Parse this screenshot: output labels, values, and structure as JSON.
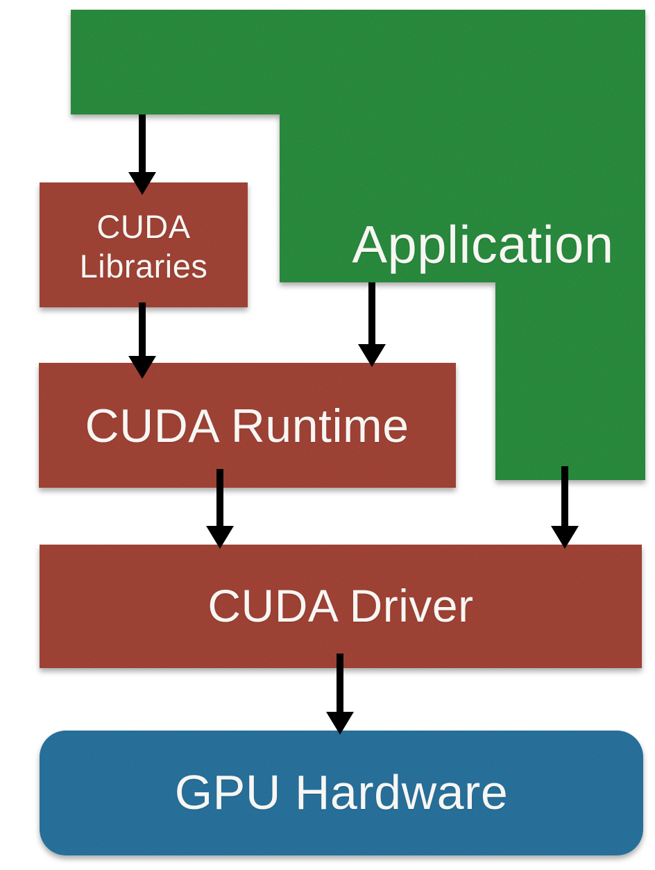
{
  "diagram": {
    "type": "flowchart",
    "background": "#ffffff",
    "arrow_color": "#000000",
    "text_color": "#f7f6f3",
    "nodes": {
      "application": {
        "label": "Application",
        "color": "#2f9a45"
      },
      "cuda_libraries": {
        "label": "CUDA Libraries",
        "lines": [
          "CUDA",
          "Libraries"
        ],
        "color": "#b14b3c"
      },
      "cuda_runtime": {
        "label": "CUDA Runtime",
        "color": "#b14b3c"
      },
      "cuda_driver": {
        "label": "CUDA Driver",
        "color": "#b14b3c"
      },
      "gpu_hardware": {
        "label": "GPU Hardware",
        "color": "#2e7ead"
      }
    },
    "edges": [
      {
        "from": "application",
        "to": "cuda_libraries"
      },
      {
        "from": "cuda_libraries",
        "to": "cuda_runtime"
      },
      {
        "from": "application",
        "to": "cuda_runtime"
      },
      {
        "from": "application",
        "to": "cuda_driver"
      },
      {
        "from": "cuda_runtime",
        "to": "cuda_driver"
      },
      {
        "from": "cuda_driver",
        "to": "gpu_hardware"
      }
    ]
  }
}
